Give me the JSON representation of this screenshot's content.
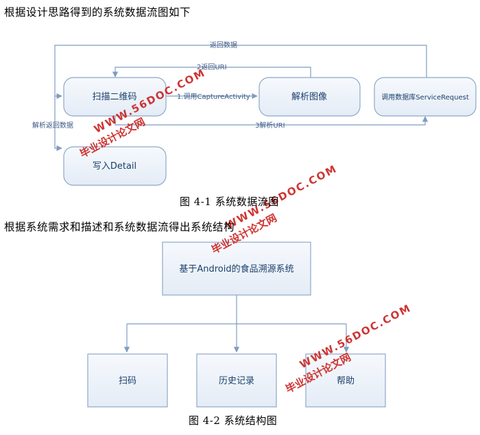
{
  "text": {
    "intro1": "根据设计思路得到的系统数据流图如下",
    "caption1": "图 4-1  系统数据流图",
    "intro2": "根据系统需求和描述和系统数据流得出系统结构",
    "caption2": "图 4-2  系统结构图"
  },
  "dfd": {
    "nodes": {
      "scan": "扫描二维码",
      "parse": "解析图像",
      "db": "调用数据库ServiceRequest",
      "write": "写入Detail"
    },
    "edges": {
      "return_data": "返回数据",
      "return_uri": "2返回URI",
      "call_capture": "1.调用CaptureActivity",
      "parse_uri": "3解析URI",
      "parse_return": "解析返回数据"
    }
  },
  "structure": {
    "root": "基于Android的食品溯源系统",
    "children": [
      "扫码",
      "历史记录",
      "帮助"
    ]
  },
  "watermark": {
    "cn": "毕业设计论文网",
    "url": "WWW.56DOC.COM"
  },
  "colors": {
    "node_fill": "#eef3fa",
    "node_stroke": "#8ea8c8",
    "arrow": "#7f9cc2",
    "watermark": "#c9201e"
  }
}
